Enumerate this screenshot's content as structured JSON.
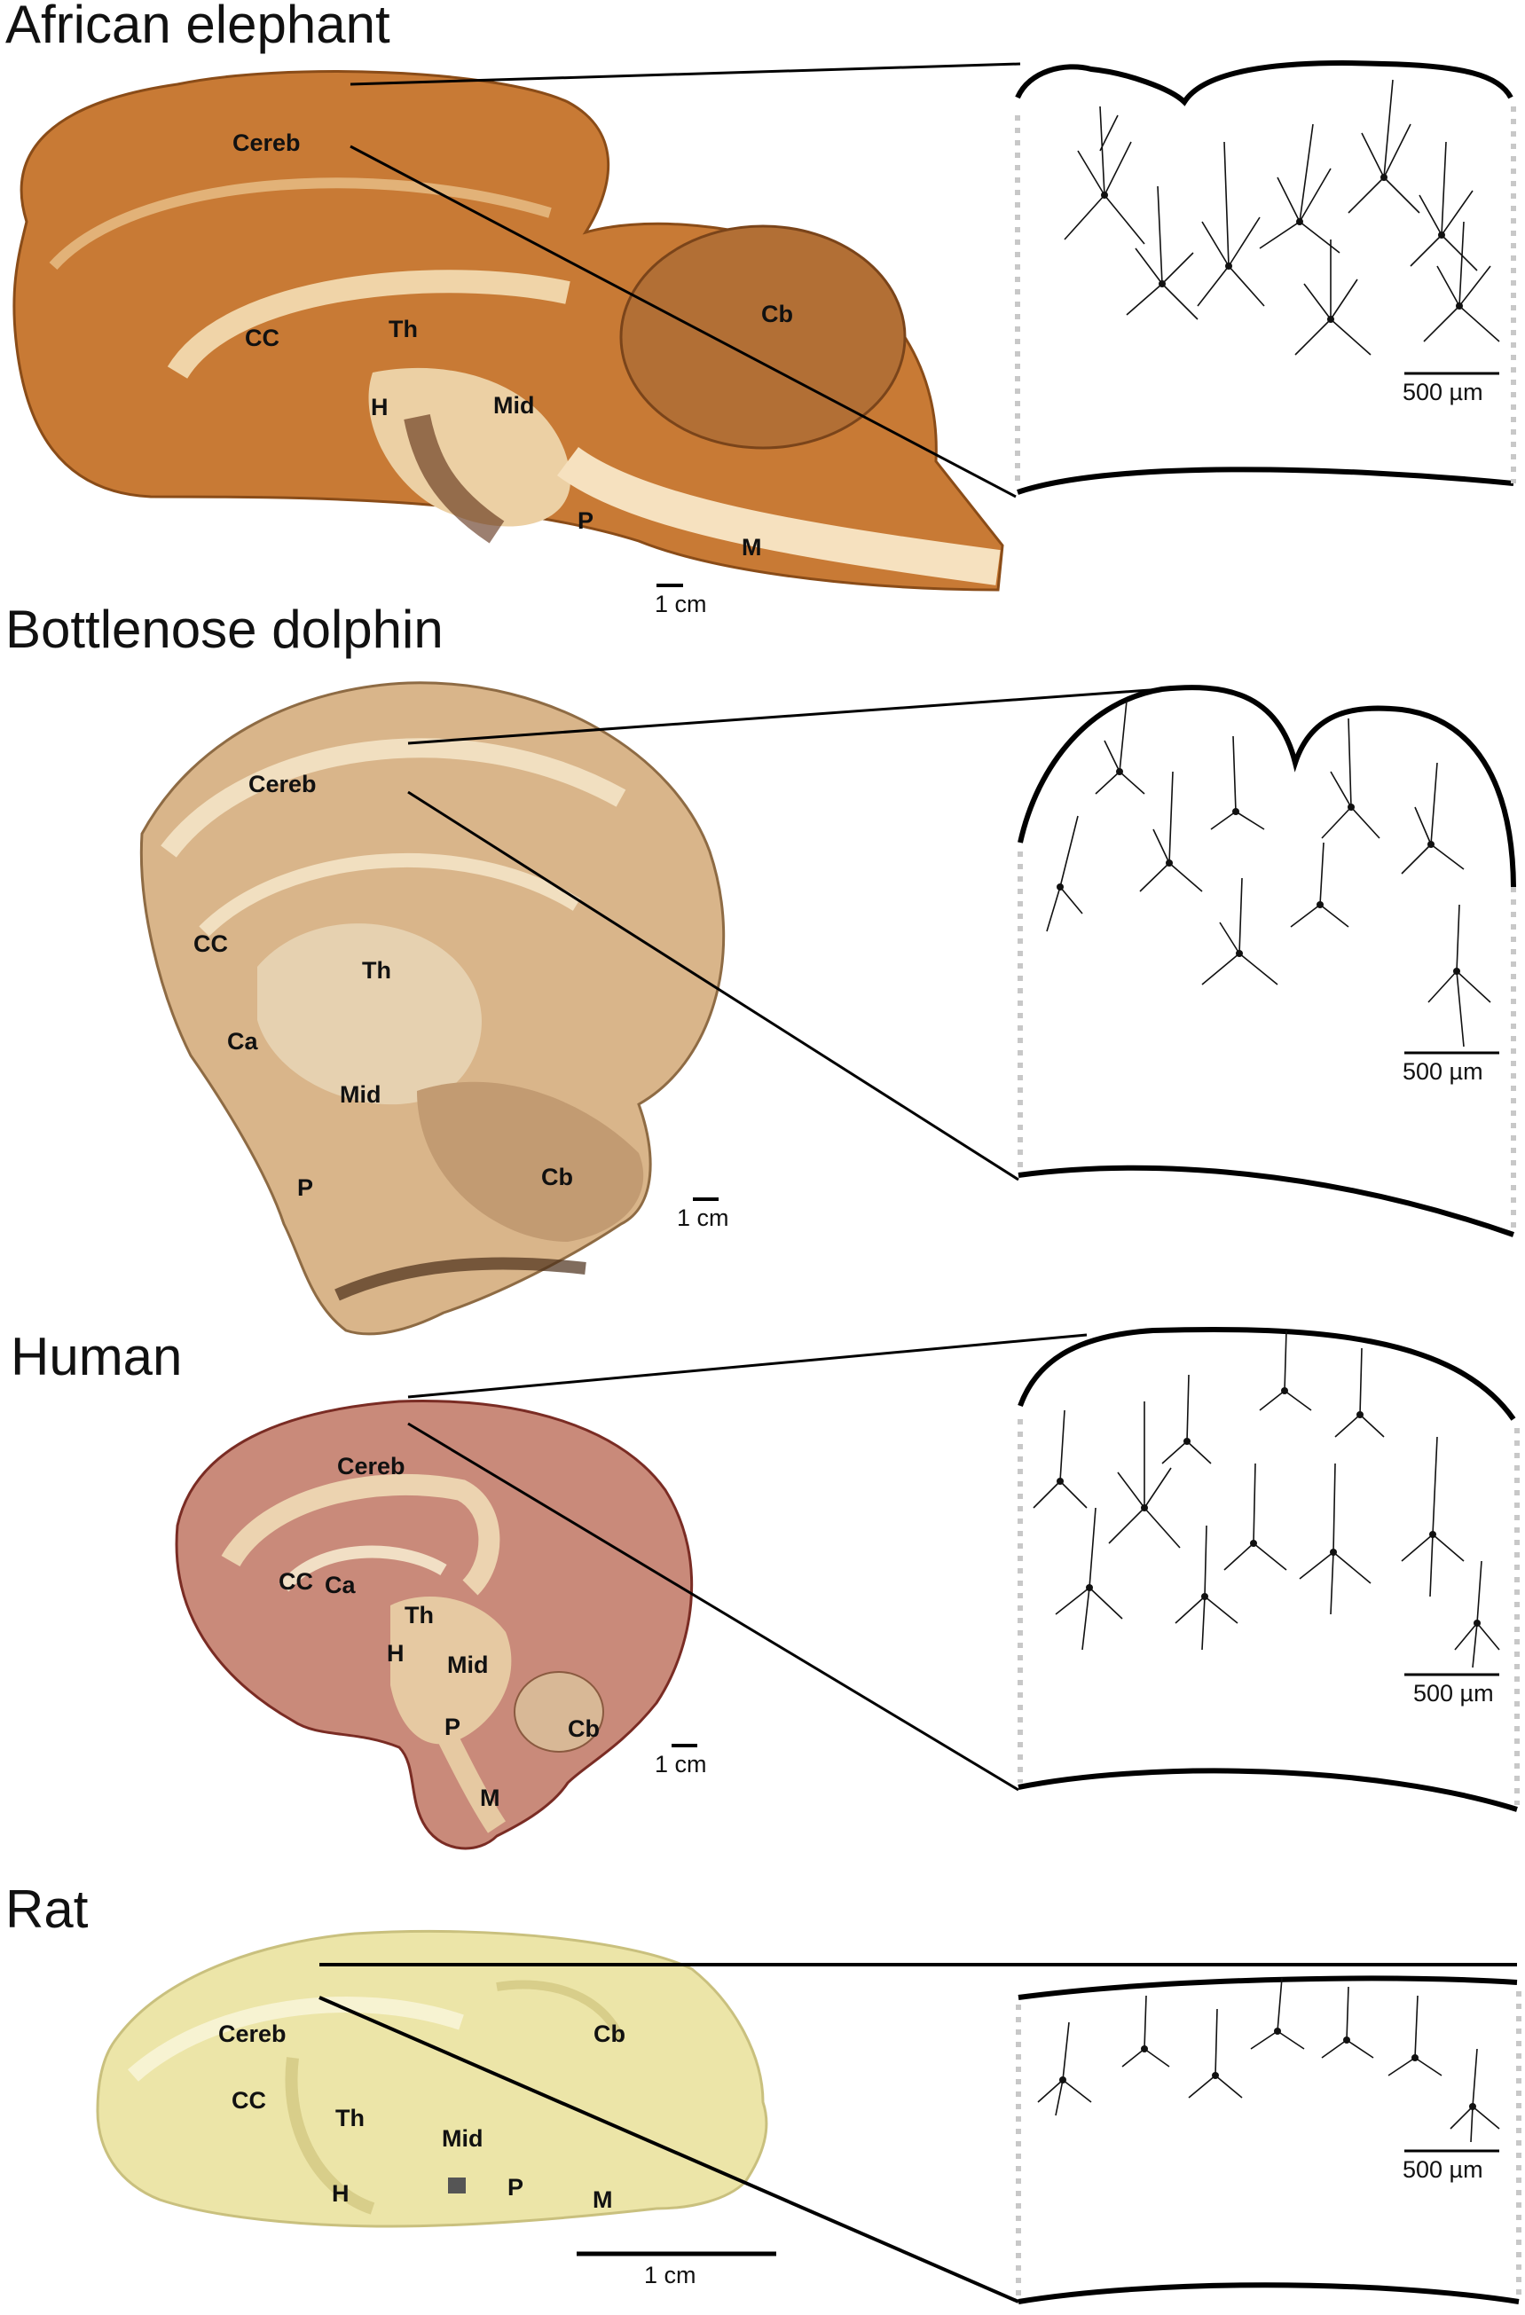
{
  "panels": [
    {
      "title": "African elephant",
      "labels": [
        "Cereb",
        "CC",
        "Th",
        "H",
        "Mid",
        "Cb",
        "P",
        "M"
      ],
      "brain_scale_label": "1 cm",
      "neuron_scale_label": "500 µm",
      "brain_color": "#c87a35"
    },
    {
      "title": "Bottlenose dolphin",
      "labels": [
        "Cereb",
        "CC",
        "Th",
        "Ca",
        "Mid",
        "P",
        "Cb"
      ],
      "brain_scale_label": "1 cm",
      "neuron_scale_label": "500 µm",
      "brain_color": "#d9b58a"
    },
    {
      "title": "Human",
      "labels": [
        "Cereb",
        "CC",
        "Ca",
        "Th",
        "H",
        "Mid",
        "P",
        "Cb",
        "M"
      ],
      "brain_scale_label": "1 cm",
      "neuron_scale_label": "500 µm",
      "brain_color": "#c98a7a"
    },
    {
      "title": "Rat",
      "labels": [
        "Cereb",
        "Cb",
        "CC",
        "Th",
        "Mid",
        "H",
        "P",
        "M"
      ],
      "brain_scale_label": "1 cm",
      "neuron_scale_label": "500 µm",
      "brain_color": "#ece5a8"
    }
  ]
}
